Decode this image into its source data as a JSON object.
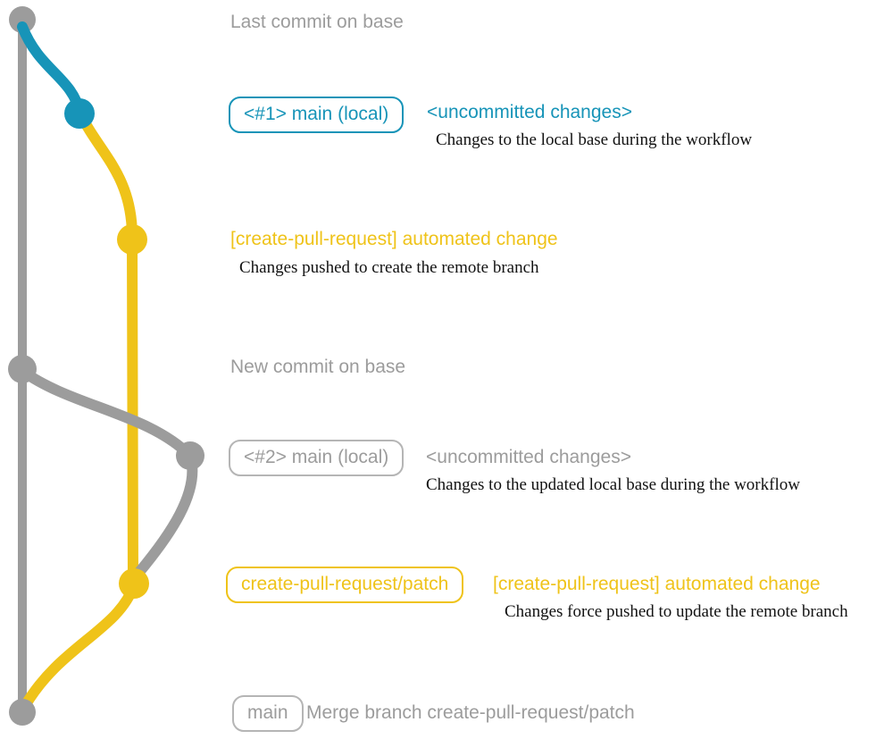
{
  "colors": {
    "gray": "#9c9c9c",
    "teal": "#1794b8",
    "yellow": "#efc319",
    "dark": "#121212"
  },
  "annotations": {
    "last_commit": "Last commit on base",
    "new_commit": "New commit on base",
    "row1": {
      "badge": "<#1> main (local)",
      "title": "<uncommitted changes>",
      "desc": "Changes to the local base during the workflow"
    },
    "row2": {
      "title": "[create-pull-request] automated change",
      "desc": "Changes pushed to create the remote branch"
    },
    "row3": {
      "badge": "<#2> main (local)",
      "title": "<uncommitted changes>",
      "desc": "Changes to the updated local base during the workflow"
    },
    "row4": {
      "badge": "create-pull-request/patch",
      "title": "[create-pull-request] automated change",
      "desc": "Changes force pushed to update the remote branch"
    },
    "row5": {
      "badge": "main",
      "title": "Merge branch create-pull-request/patch"
    }
  }
}
